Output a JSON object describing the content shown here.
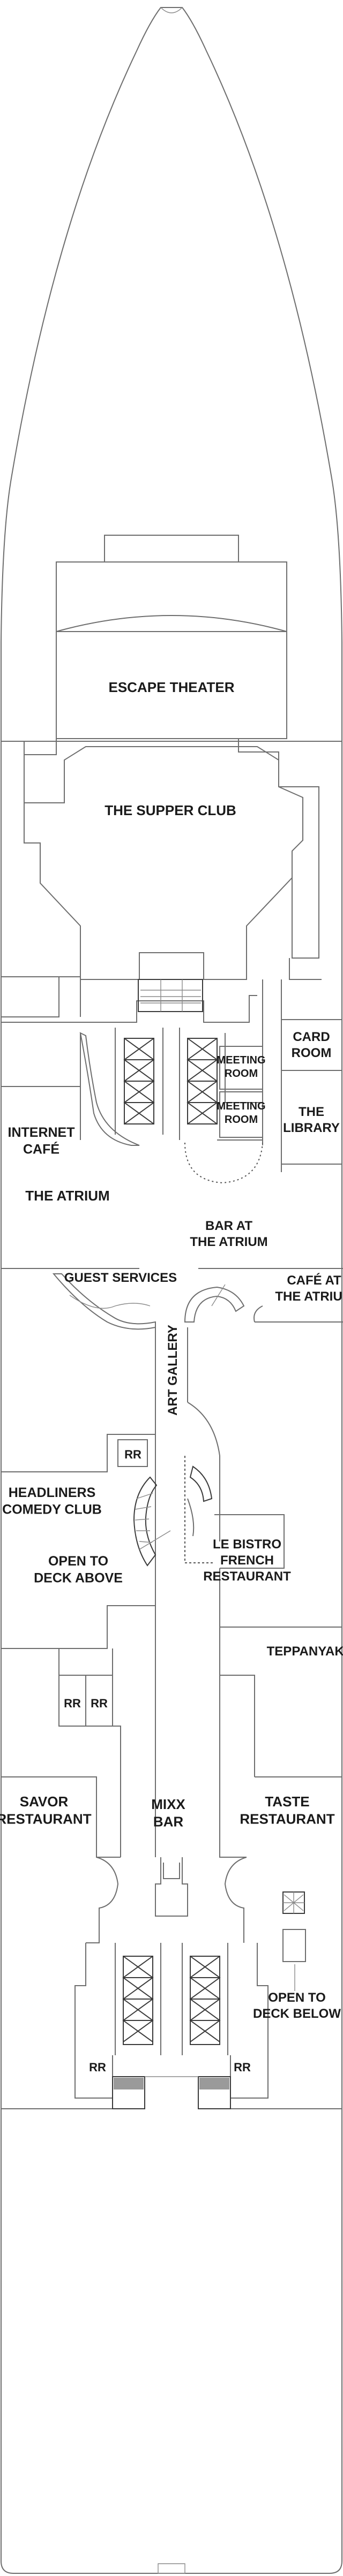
{
  "labels": {
    "escape_theater": [
      "ESCAPE THEATER"
    ],
    "supper_club": [
      "THE SUPPER CLUB"
    ],
    "meeting_room_1": [
      "MEETING",
      "ROOM"
    ],
    "meeting_room_2": [
      "MEETING",
      "ROOM"
    ],
    "card_room": [
      "CARD",
      "ROOM"
    ],
    "the_library": [
      "THE",
      "LIBRARY"
    ],
    "internet_cafe": [
      "INTERNET",
      "CAFÉ"
    ],
    "the_atrium": [
      "THE ATRIUM"
    ],
    "bar_at_atrium": [
      "BAR AT",
      "THE ATRIUM"
    ],
    "guest_services": [
      "GUEST SERVICES"
    ],
    "cafe_at_atrium": [
      "CAFÉ AT",
      "THE ATRIUM"
    ],
    "art_gallery": [
      "ART GALLERY"
    ],
    "rr_mid": [
      "RR"
    ],
    "headliners": [
      "HEADLINERS",
      "COMEDY CLUB"
    ],
    "open_deck_above": [
      "OPEN TO",
      "DECK ABOVE"
    ],
    "le_bistro": [
      "LE BISTRO",
      "FRENCH",
      "RESTAURANT"
    ],
    "teppanyaki": [
      "TEPPANYAKI"
    ],
    "rr_left_1": [
      "RR"
    ],
    "rr_left_2": [
      "RR"
    ],
    "savor": [
      "SAVOR",
      "RESTAURANT"
    ],
    "mixx_bar": [
      "MIXX",
      "BAR"
    ],
    "taste": [
      "TASTE",
      "RESTAURANT"
    ],
    "open_deck_below": [
      "OPEN TO",
      "DECK BELOW"
    ],
    "rr_aft_left": [
      "RR"
    ],
    "rr_aft_right": [
      "RR"
    ]
  }
}
